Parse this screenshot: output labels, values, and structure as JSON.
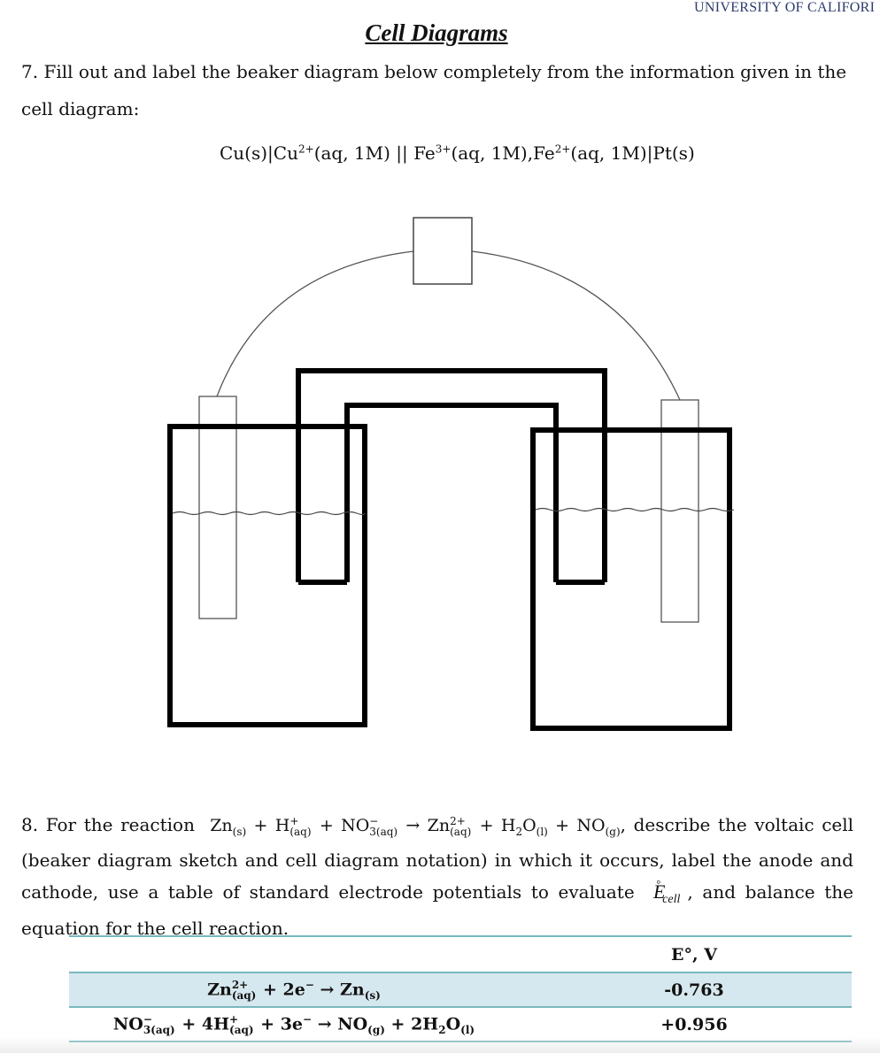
{
  "header": {
    "university": "UNIVERSITY OF CALIFORI",
    "title": "Cell Diagrams"
  },
  "q7": {
    "text": "7. Fill out and label the beaker diagram below completely from the information given in the cell diagram:",
    "cell_diagram": {
      "part1": "Cu(s)|Cu",
      "sup1": "2+",
      "part2": "(aq, 1M) || Fe",
      "sup2": "3+",
      "part3": "(aq, 1M),Fe",
      "sup3": "2+",
      "part4": "(aq, 1M)|Pt(s)"
    }
  },
  "q8": {
    "lead": "8. For the reaction",
    "trail1": ", describe the voltaic cell (beaker diagram sketch and cell diagram notation) in which it occurs, label the anode and cathode, use a table of standard electrode potentials to evaluate",
    "trail2": ", and balance the equation for the cell reaction.",
    "ecell": "E",
    "ecell_deg": "°",
    "ecell_sub": "cell",
    "eq": {
      "zn": "Zn",
      "zn_state": "(s)",
      "plus": "+",
      "h": "H",
      "h_charge": "+",
      "h_state": "(aq)",
      "no3": "NO",
      "no3_charge": "−",
      "no3_state": "3(aq)",
      "arrow": "→",
      "zn2": "Zn",
      "zn2_charge": "2+",
      "zn2_state": "(aq)",
      "h2o": "H",
      "h2o_2": "2",
      "h2o_o": "O",
      "h2o_state": "(l)",
      "no": "NO",
      "no_state": "(g)"
    }
  },
  "table": {
    "header_col2": "E°, V",
    "row1": {
      "zn": "Zn",
      "zn_charge": "2+",
      "zn_state": "(aq)",
      "mid": " + 2e",
      "e_charge": "−",
      "arrow": " → Zn",
      "zn_s": "(s)",
      "value": "-0.763"
    },
    "row2": {
      "no": "NO",
      "no_charge": "−",
      "no_state": "3(aq)",
      "p1": " + 4H",
      "h_charge": "+",
      "h_state": "(aq)",
      "p2": " + 3e",
      "e_charge": "−",
      "p3": " → NO",
      "no_g": "(g)",
      "p4": " + 2H",
      "h2": "2",
      "o": "O",
      "o_state": "(l)",
      "value": "+0.956"
    }
  },
  "colors": {
    "table_rule": "#79b8be",
    "table_shade": "#d6e8ef",
    "university": "#2b3a6b"
  }
}
